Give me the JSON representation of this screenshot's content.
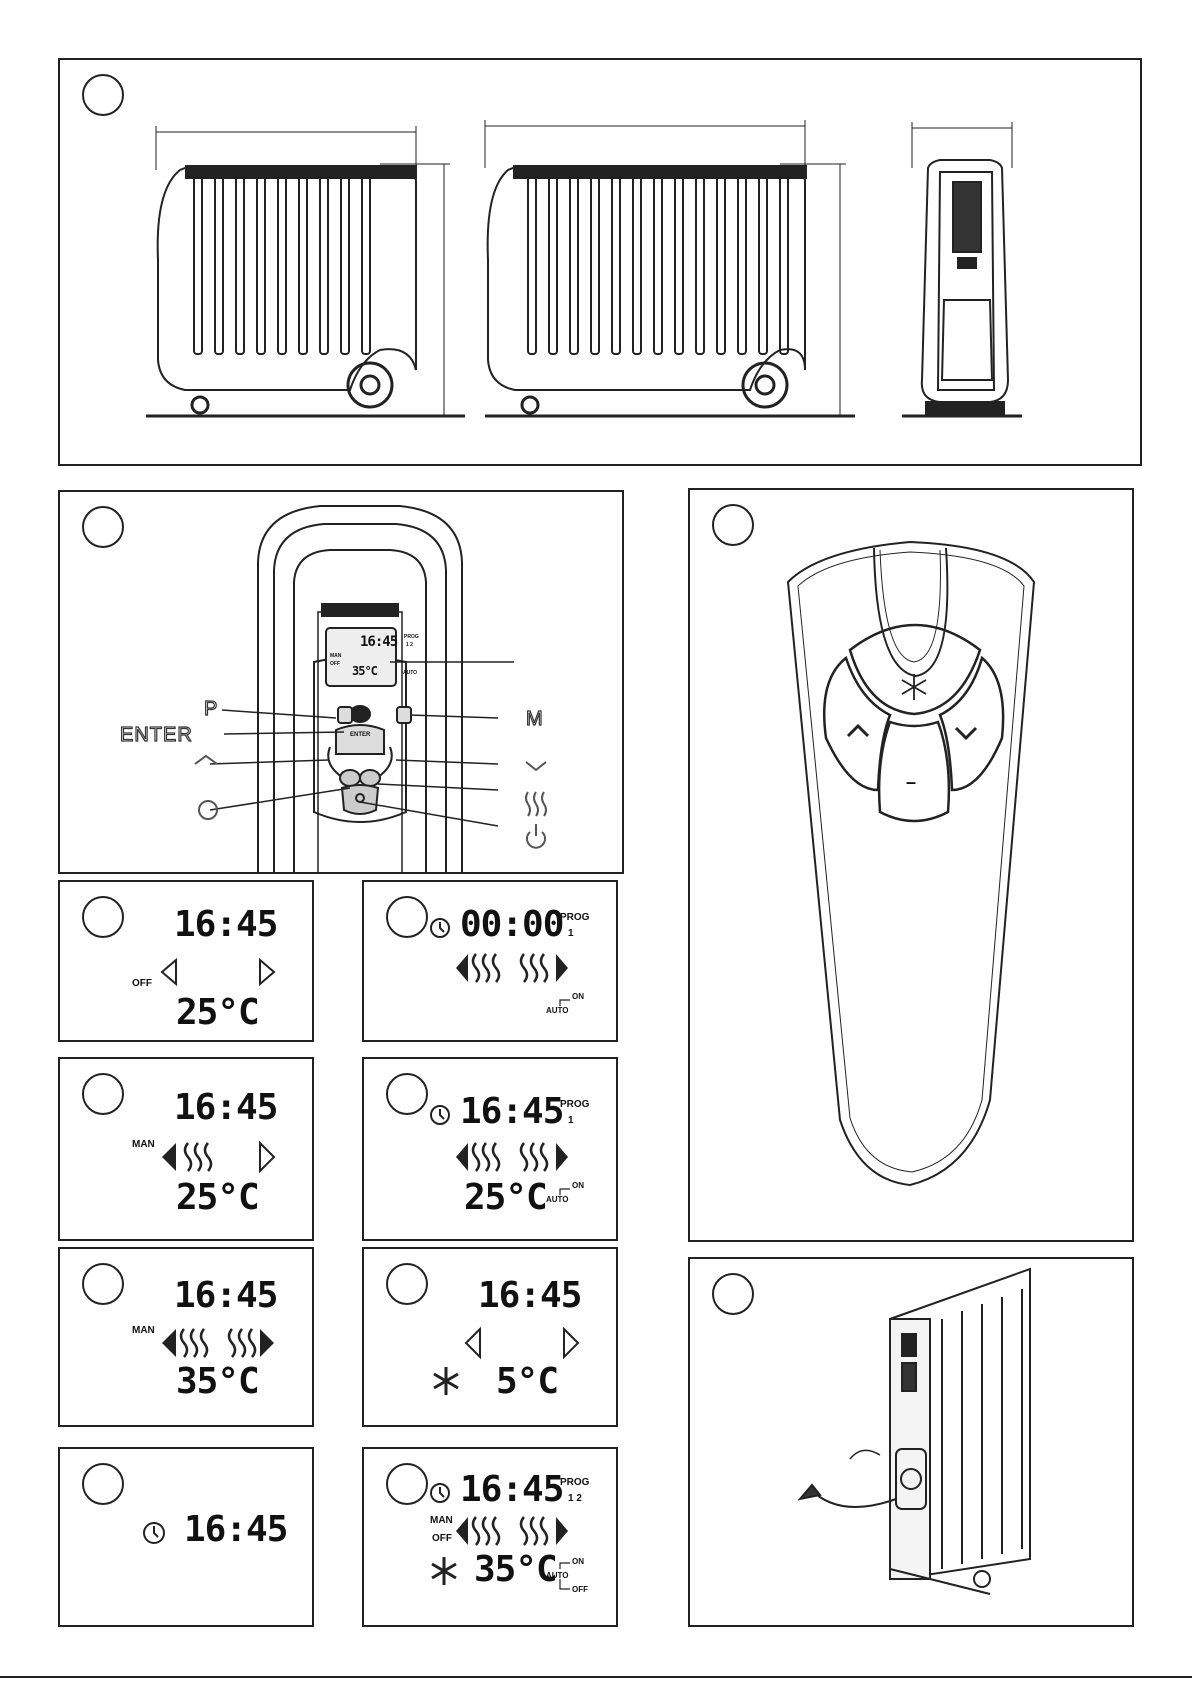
{
  "figure_1": {
    "badge": "",
    "units": [
      "front-small",
      "front-large",
      "side"
    ]
  },
  "figure_2": {
    "lcd_time": "16:45",
    "lcd_prog": "PROG",
    "lcd_prog_num": "1 2",
    "lcd_man": "MAN",
    "lcd_off": "OFF",
    "lcd_temp": "35°C",
    "lcd_auto": "AUTO",
    "button_enter": "ENTER",
    "labels_left": [
      "P",
      "ENTER",
      "^",
      "O"
    ],
    "labels_right": [
      "M",
      "v",
      "heat-icon",
      "power-icon"
    ],
    "letter_p": "P",
    "letter_enter": "ENTER",
    "letter_m": "M"
  },
  "figure_3": {
    "keys": [
      "up-arrow-key",
      "snowflake-key",
      "down-arrow-key",
      "minus-key"
    ],
    "minus": "–"
  },
  "screens": {
    "s1": {
      "time": "16:45",
      "mode": "OFF",
      "temp": "25°C"
    },
    "s2": {
      "time": "00:00",
      "prog": "PROG",
      "prog_num": "1",
      "auto": "AUTO",
      "on": "ON"
    },
    "s3": {
      "time": "16:45",
      "mode": "MAN",
      "temp": "25°C"
    },
    "s4": {
      "time": "16:45",
      "prog": "PROG",
      "prog_num": "1",
      "temp": "25°C",
      "auto": "AUTO",
      "on": "ON"
    },
    "s5": {
      "time": "16:45",
      "mode": "MAN",
      "temp": "35°C"
    },
    "s6": {
      "time": "16:45",
      "temp": "5°C"
    },
    "s7": {
      "time": "16:45"
    },
    "s8": {
      "time": "16:45",
      "prog": "PROG",
      "prog_num": "1 2",
      "man": "MAN",
      "off": "OFF",
      "temp": "35°C",
      "auto": "AUTO",
      "on": "ON",
      "off2": "OFF"
    }
  },
  "figure_cable": {
    "description_icon": "cable-storage-icon"
  }
}
